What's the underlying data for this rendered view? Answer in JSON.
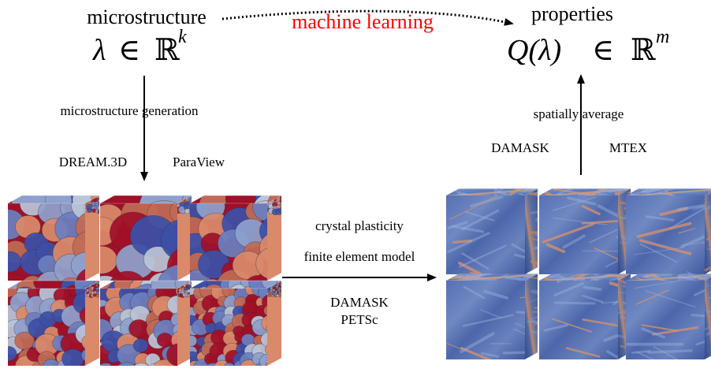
{
  "title_left": "microstructure",
  "title_right": "properties",
  "edge_ml": "machine learning",
  "math_left": {
    "lhs": "λ",
    "op": "∈",
    "set": "ℝ",
    "exp": "k"
  },
  "math_right": {
    "lhs": "Q(λ)",
    "op": "∈",
    "set": "ℝ",
    "exp": "m"
  },
  "label_generation": "microstructure generation",
  "label_average": "spatially average",
  "tool_dream3d": "DREAM.3D",
  "tool_paraview": "ParaView",
  "tool_damask_top": "DAMASK",
  "tool_mtex": "MTEX",
  "label_cp1": "crystal plasticity",
  "label_cp2": "finite element model",
  "tool_damask_mid": "DAMASK",
  "tool_petsc": "PETSc",
  "colors": {
    "ml_text": "#ff0000",
    "grain_blue": "#3c50a8",
    "grain_red": "#a01028",
    "grain_salmon": "#d98a6a",
    "grain_light": "#b9c4d6",
    "field_blue": "#5b78b8",
    "field_hot": "#d8926e"
  }
}
